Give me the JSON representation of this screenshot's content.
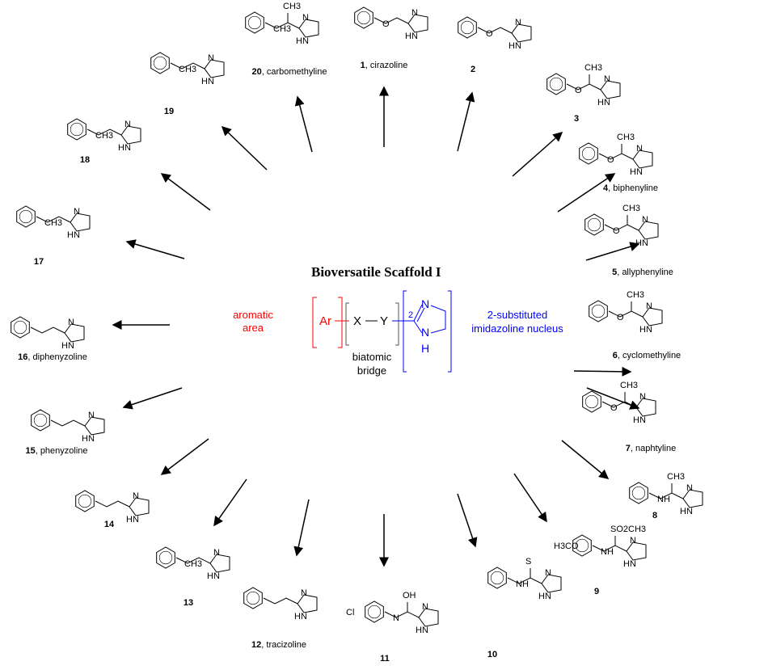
{
  "scaffold": {
    "title": "Bioversatile Scaffold I",
    "aromatic_label_1": "aromatic",
    "aromatic_label_2": "area",
    "ar": "Ar",
    "x": "X",
    "y": "Y",
    "position": "2",
    "n_top": "N",
    "n_bottom": "N",
    "h_bottom": "H",
    "bridge_label_1": "biatomic",
    "bridge_label_2": "bridge",
    "nucleus_label_1": "2-substituted",
    "nucleus_label_2": "imidazoline nucleus",
    "colors": {
      "aromatic": "#ff0000",
      "bridge": "#000000",
      "nucleus": "#0000ff"
    }
  },
  "compounds": [
    {
      "num": "1",
      "name": ", cirazoline",
      "atoms": [
        "O"
      ]
    },
    {
      "num": "2",
      "name": "",
      "atoms": [
        "O"
      ]
    },
    {
      "num": "3",
      "name": "",
      "atoms": [
        "O",
        "CH3"
      ]
    },
    {
      "num": "4",
      "name": ", biphenyline",
      "atoms": [
        "O",
        "CH3"
      ]
    },
    {
      "num": "5",
      "name": ", allyphenyline",
      "atoms": [
        "O",
        "CH3"
      ]
    },
    {
      "num": "6",
      "name": ", cyclomethyline",
      "atoms": [
        "O",
        "CH3"
      ]
    },
    {
      "num": "7",
      "name": ", naphtyline",
      "atoms": [
        "O",
        "CH3"
      ]
    },
    {
      "num": "8",
      "name": "",
      "atoms": [
        "NH",
        "CH3"
      ]
    },
    {
      "num": "9",
      "name": "",
      "atoms": [
        "NH",
        "SO2CH3",
        "H3CO"
      ]
    },
    {
      "num": "10",
      "name": "",
      "atoms": [
        "NH",
        "S"
      ]
    },
    {
      "num": "11",
      "name": "",
      "atoms": [
        "N",
        "OH",
        "Cl"
      ]
    },
    {
      "num": "12",
      "name": ", tracizoline",
      "atoms": []
    },
    {
      "num": "13",
      "name": "",
      "atoms": [
        "CH3"
      ]
    },
    {
      "num": "14",
      "name": "",
      "atoms": []
    },
    {
      "num": "15",
      "name": ", phenyzoline",
      "atoms": []
    },
    {
      "num": "16",
      "name": ", diphenyzoline",
      "atoms": []
    },
    {
      "num": "17",
      "name": "",
      "atoms": [
        "CH3"
      ]
    },
    {
      "num": "18",
      "name": "",
      "atoms": [
        "CH3"
      ]
    },
    {
      "num": "19",
      "name": "",
      "atoms": [
        "CH3"
      ]
    },
    {
      "num": "20",
      "name": ", carbomethyline",
      "atoms": [
        "CH3",
        "CH3"
      ]
    }
  ],
  "imidazoline_atoms": {
    "n": "N",
    "hn": "HN"
  }
}
